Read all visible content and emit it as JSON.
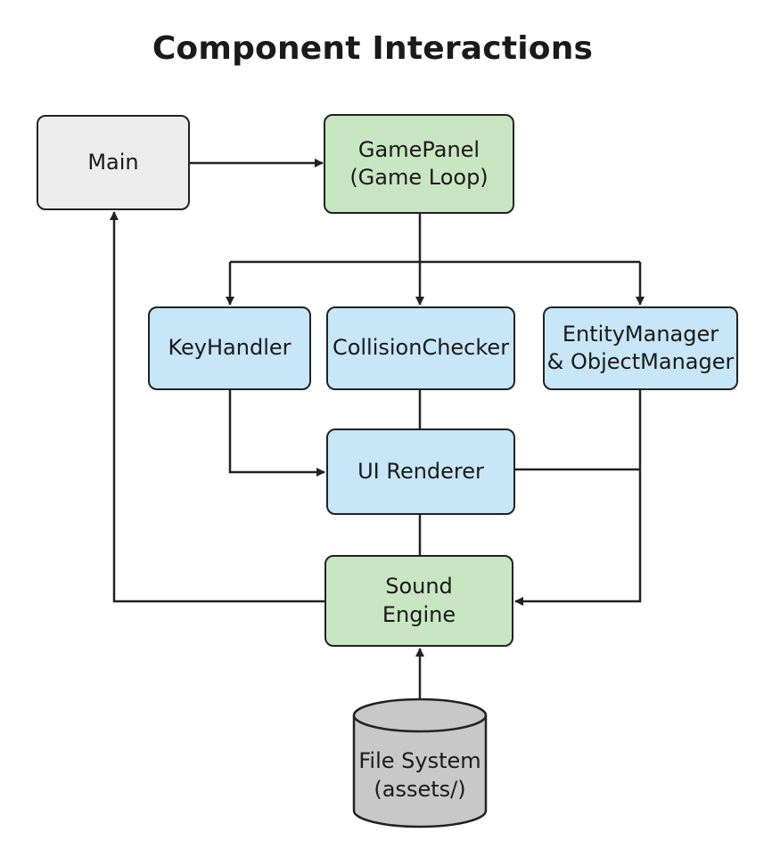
{
  "title": "Component Interactions",
  "colors": {
    "gray_box": "#ededed",
    "green_box": "#c9e6c2",
    "blue_box": "#c7e6f7",
    "database": "#c8c8c8",
    "stroke": "#222222"
  },
  "nodes": {
    "main": {
      "lines": [
        "Main"
      ]
    },
    "gamepanel": {
      "lines": [
        "GamePanel",
        "(Game Loop)"
      ]
    },
    "keyhandler": {
      "lines": [
        "KeyHandler"
      ]
    },
    "collisionchecker": {
      "lines": [
        "CollisionChecker"
      ]
    },
    "entitymanager": {
      "lines": [
        "EntityManager",
        "& ObjectManager"
      ]
    },
    "uirenderer": {
      "lines": [
        "UI Renderer"
      ]
    },
    "soundengine": {
      "lines": [
        "Sound",
        "Engine"
      ]
    },
    "filesystem": {
      "lines": [
        "File System",
        "(assets/)"
      ]
    }
  },
  "connections": [
    {
      "from": "Main",
      "to": "GamePanel"
    },
    {
      "from": "GamePanel",
      "to": "KeyHandler"
    },
    {
      "from": "GamePanel",
      "to": "CollisionChecker"
    },
    {
      "from": "GamePanel",
      "to": "EntityManager & ObjectManager"
    },
    {
      "from": "KeyHandler",
      "to": "UI Renderer"
    },
    {
      "from": "EntityManager & ObjectManager",
      "to": "Sound Engine"
    },
    {
      "from": "Sound Engine",
      "to": "Main"
    },
    {
      "from": "File System",
      "to": "Sound Engine"
    }
  ]
}
